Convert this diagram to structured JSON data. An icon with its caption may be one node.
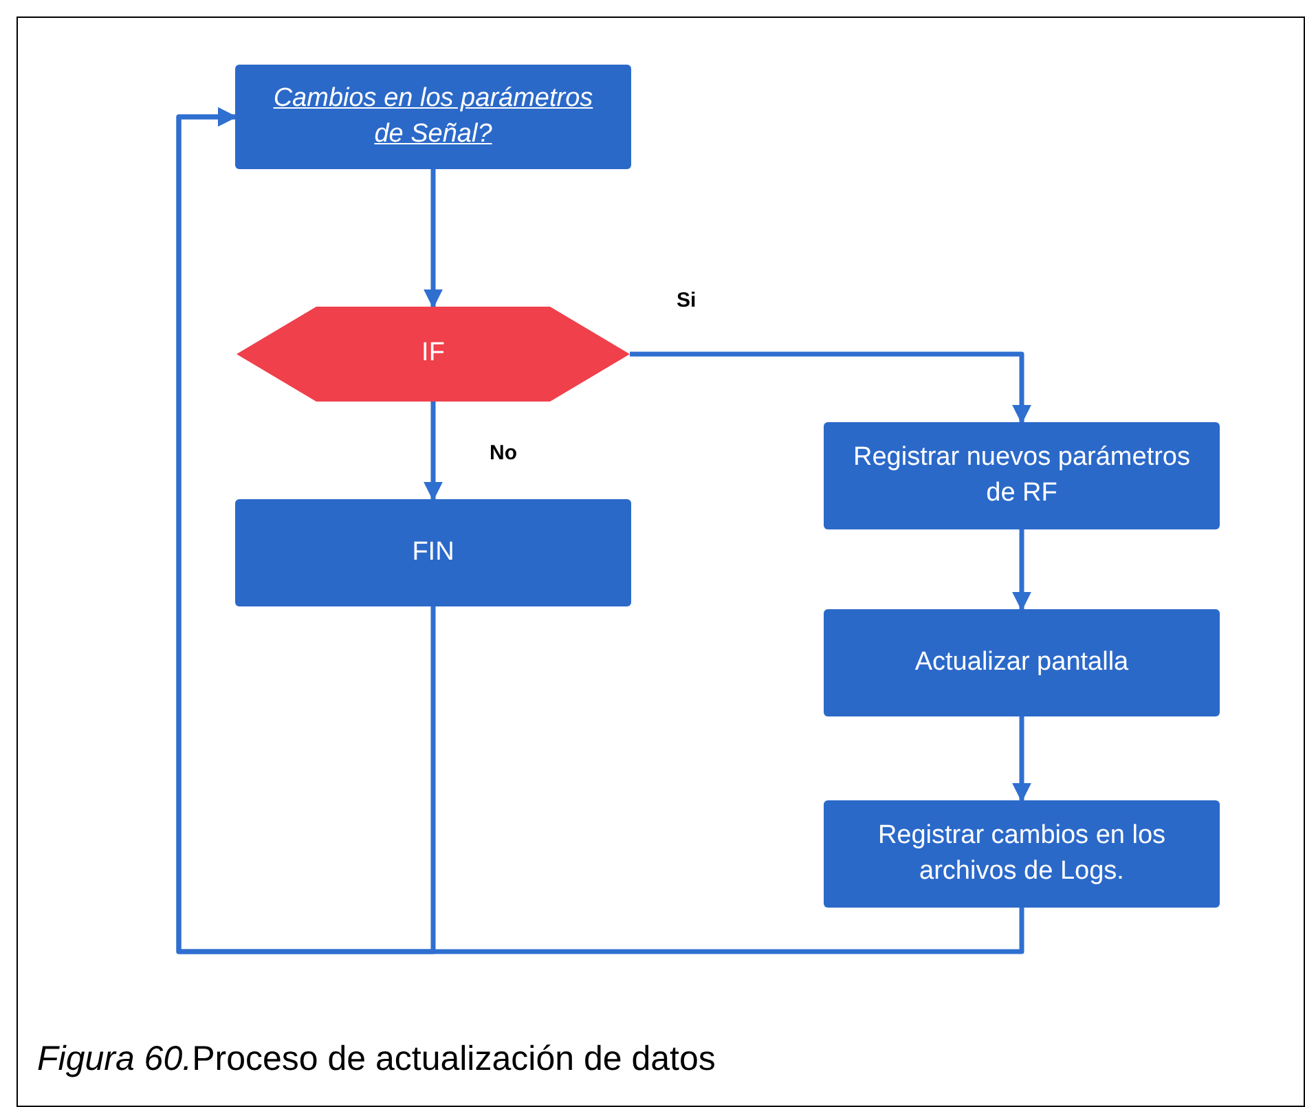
{
  "diagram": {
    "caption": "Proceso de actualización de datos",
    "labels": [
      "Figura 60."
    ],
    "nodes": [
      {
        "text": [
          "Cambios en los parámetros de Señal?"
        ]
      },
      {
        "text": [
          "IF"
        ]
      },
      {
        "text": [
          "FIN"
        ]
      },
      {
        "text": [
          "Registrar nuevos parámetros de RF"
        ]
      },
      {
        "text": [
          "Actualizar pantalla"
        ]
      },
      {
        "text": [
          "Registrar cambios en los archivos de Logs."
        ]
      }
    ],
    "edges": [
      {
        "from": 0,
        "to": 1,
        "arrow": "to"
      },
      {
        "from": 1,
        "to": 3,
        "arrow": "to",
        "label": "Si"
      },
      {
        "from": 1,
        "to": 2,
        "arrow": "to",
        "label": "No"
      },
      {
        "from": 3,
        "to": 4,
        "arrow": "to"
      },
      {
        "from": 4,
        "to": 5,
        "arrow": "to"
      },
      {
        "from": 2,
        "to": 0,
        "arrow": "to"
      },
      {
        "from": 5,
        "to": 0,
        "arrow": "to"
      }
    ]
  }
}
